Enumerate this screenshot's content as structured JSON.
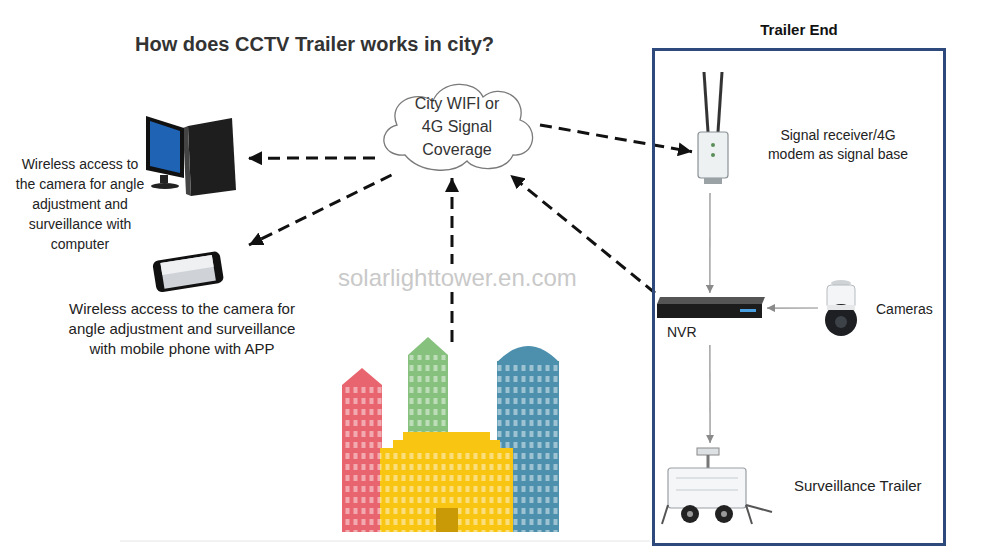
{
  "diagram": {
    "title": "How does CCTV Trailer works in city?",
    "nodes": [
      {
        "text": [
          "City WIFI or 4G Signal Coverage"
        ]
      },
      {
        "text": [
          "Trailer End"
        ]
      },
      {
        "text": [
          "Signal receiver/4G modem as signal base"
        ],
        "in": 1
      },
      {
        "text": [
          "Wireless access to the camera for angle adjustment and surveillance with computer"
        ]
      },
      {
        "text": [
          "Wireless access to the camera for angle adjustment and surveillance with mobile phone with APP"
        ]
      },
      {
        "text": [
          "NVR"
        ],
        "in": 1
      },
      {
        "text": [
          "Cameras"
        ],
        "in": 1
      },
      {
        "text": [
          "Surveillance Trailer"
        ],
        "in": 1
      }
    ],
    "edges": [
      {
        "from": 0,
        "to": 2,
        "arrow": "to"
      },
      {
        "from": 0,
        "to": 3,
        "arrow": "to"
      },
      {
        "from": 0,
        "to": 4,
        "arrow": "to"
      },
      {
        "from": 5,
        "to": 0,
        "arrow": "to"
      },
      {
        "from": 2,
        "to": 5,
        "arrow": "to"
      },
      {
        "from": 6,
        "to": 5,
        "arrow": "to"
      },
      {
        "from": 5,
        "to": 7,
        "arrow": "to"
      }
    ],
    "labels": [
      "solarlighttower.en.com"
    ]
  }
}
